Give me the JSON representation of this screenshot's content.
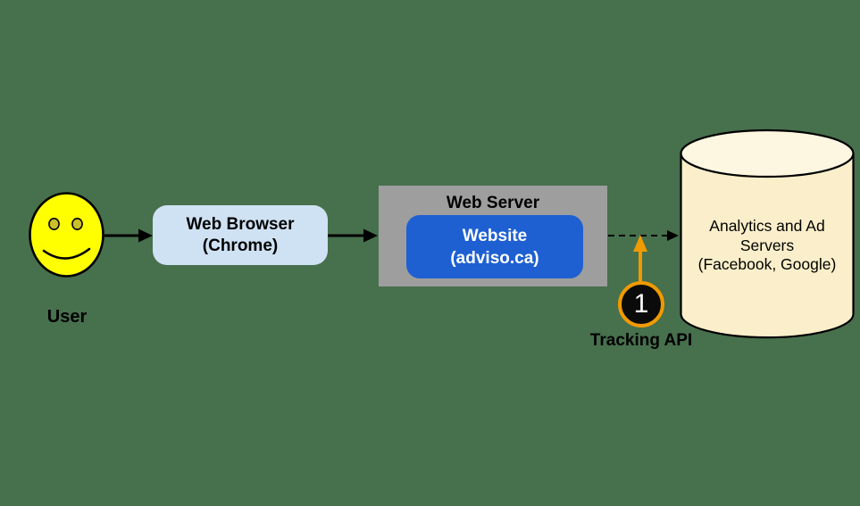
{
  "diagram": {
    "title_implicit": "",
    "user": {
      "label": "User"
    },
    "browser": {
      "line1": "Web Browser",
      "line2": "(Chrome)"
    },
    "server": {
      "title": "Web Server",
      "website_line1": "Website",
      "website_line2": "(adviso.ca)"
    },
    "analytics": {
      "line1": "Analytics and Ad",
      "line2": "Servers",
      "line3": "(Facebook, Google)"
    },
    "tracking": {
      "badge_number": "1",
      "label": "Tracking API"
    }
  },
  "colors": {
    "background": "#47704d",
    "smiley_yellow": "#ffff00",
    "smiley_eye": "#cbbf2a",
    "browser_box": "#cfe2f3",
    "server_gray": "#9e9e9e",
    "website_blue": "#1e60d2",
    "cylinder_body": "#faefca",
    "cylinder_top": "#fdf6e0",
    "accent_orange": "#f09a00",
    "arrow_black": "#000000",
    "text_white": "#ffffff"
  }
}
